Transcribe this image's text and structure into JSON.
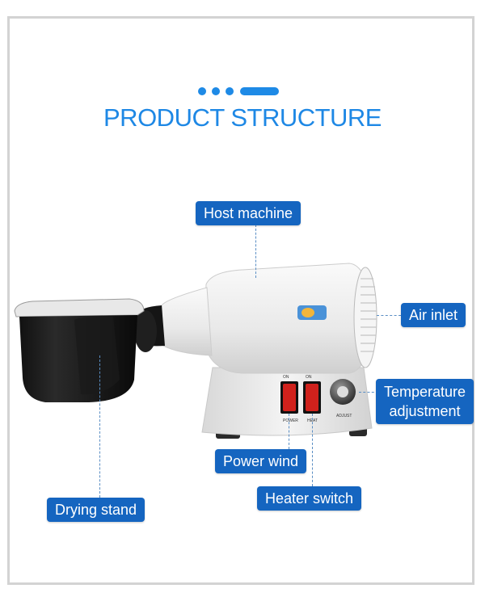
{
  "header": {
    "title": "PRODUCT STRUCTURE"
  },
  "callouts": {
    "host_machine": "Host machine",
    "air_inlet": "Air inlet",
    "temperature_line1": "Temperature",
    "temperature_line2": "adjustment",
    "power_wind": "Power wind",
    "heater_switch": "Heater switch",
    "drying_stand": "Drying stand"
  },
  "panel": {
    "power_label": "POWER",
    "heat_label": "HEAT",
    "adjust_label": "ADJUST",
    "on_label_1": "ON",
    "on_label_2": "ON"
  },
  "colors": {
    "accent": "#1e88e5",
    "label_bg": "#1565c0",
    "switch_red": "#d0211c"
  }
}
